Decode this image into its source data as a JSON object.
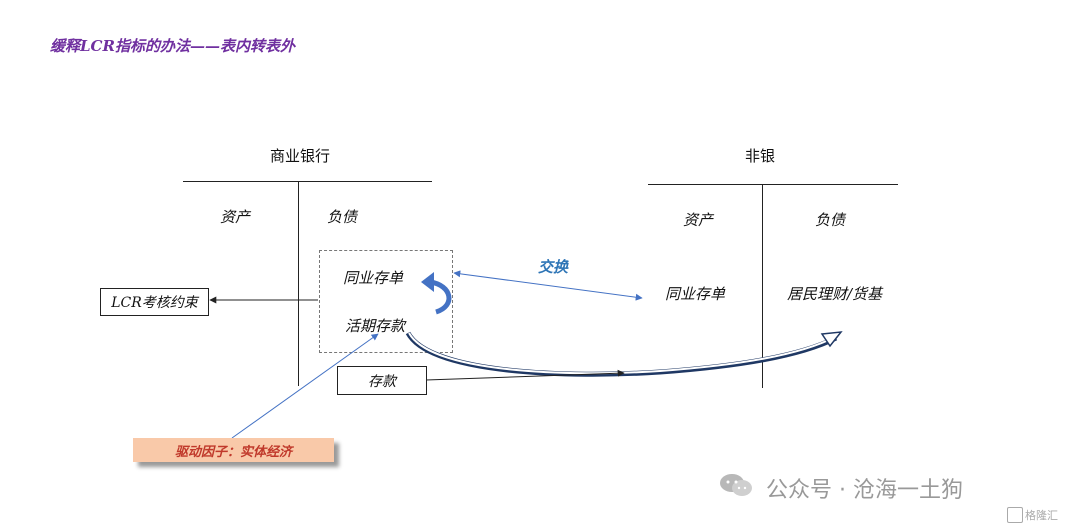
{
  "title": "缓释LCR指标的办法——表内转表外",
  "commercial_bank": {
    "name": "商业银行",
    "assets_label": "资产",
    "liabilities_label": "负债",
    "interbank_cd": "同业存单",
    "demand_deposit": "活期存款"
  },
  "non_bank": {
    "name": "非银",
    "assets_label": "资产",
    "liabilities_label": "负债",
    "interbank_cd": "同业存单",
    "resident_wealth": "居民理财/货基"
  },
  "lcr_box": "LCR考核约束",
  "exchange_label": "交换",
  "deposit_box": "存款",
  "driver_box": "驱动因子：实体经济",
  "watermark": "公众号 · 沧海一土狗",
  "corner_logo": "格隆汇",
  "colors": {
    "title": "#7030a0",
    "exchange": "#2e75b6",
    "driver_bg": "#f9c9a9",
    "driver_text": "#c0392b",
    "flow_arrow": "#1f3864"
  }
}
